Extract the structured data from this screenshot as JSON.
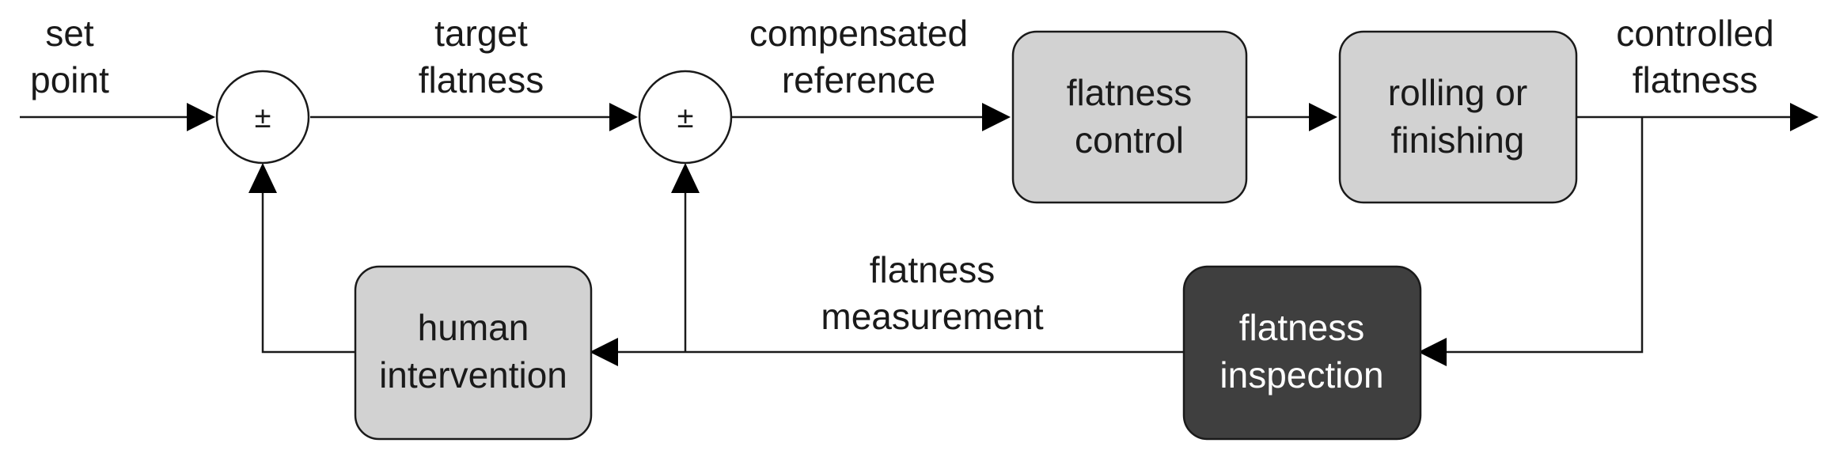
{
  "diagram": {
    "colors": {
      "light_box": "#d2d2d2",
      "dark_box": "#3f3f3f",
      "stroke": "#1a1a1a",
      "dark_text": "#ffffff"
    },
    "inputs": {
      "set_point": [
        "set",
        "point"
      ]
    },
    "signals": {
      "target_flatness": [
        "target",
        "flatness"
      ],
      "compensated_reference": [
        "compensated",
        "reference"
      ],
      "controlled_flatness": [
        "controlled",
        "flatness"
      ],
      "flatness_measurement": [
        "flatness",
        "measurement"
      ]
    },
    "summing_junctions": {
      "sum1": "±",
      "sum2": "±"
    },
    "blocks": {
      "flatness_control": [
        "flatness",
        "control"
      ],
      "rolling_or_finishing": [
        "rolling or",
        "finishing"
      ],
      "flatness_inspection": [
        "flatness",
        "inspection"
      ],
      "human_intervention": [
        "human",
        "intervention"
      ]
    }
  }
}
